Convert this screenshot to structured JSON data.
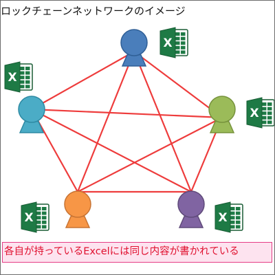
{
  "title": "ロックチェーンネットワークのイメージ",
  "caption": "各自が持っているExcelには同じ内容が書かれている",
  "excel_icon_letter": "X",
  "colors": {
    "link_line": "#ee3c3c",
    "excel_green": "#1e7a45",
    "excel_dark": "#185c34",
    "caption_text": "#e0102f",
    "caption_border": "#e53b85",
    "caption_background": "#fde3ef"
  },
  "participants": [
    {
      "id": "top",
      "color": "#4a7ebb",
      "stroke": "#2f5f96",
      "icon": "person-icon"
    },
    {
      "id": "right",
      "color": "#9bbb59",
      "stroke": "#76923c",
      "icon": "person-icon"
    },
    {
      "id": "bottom-right",
      "color": "#8064a2",
      "stroke": "#5f4a7a",
      "icon": "person-icon"
    },
    {
      "id": "bottom-left",
      "color": "#f79646",
      "stroke": "#c77333",
      "icon": "person-icon"
    },
    {
      "id": "left",
      "color": "#4bacc6",
      "stroke": "#2e8aa3",
      "icon": "person-icon"
    }
  ],
  "links": [
    [
      "top",
      "right"
    ],
    [
      "top",
      "bottom-right"
    ],
    [
      "top",
      "bottom-left"
    ],
    [
      "top",
      "left"
    ],
    [
      "right",
      "bottom-right"
    ],
    [
      "right",
      "bottom-left"
    ],
    [
      "right",
      "left"
    ],
    [
      "bottom-right",
      "bottom-left"
    ],
    [
      "bottom-right",
      "left"
    ],
    [
      "bottom-left",
      "left"
    ]
  ]
}
